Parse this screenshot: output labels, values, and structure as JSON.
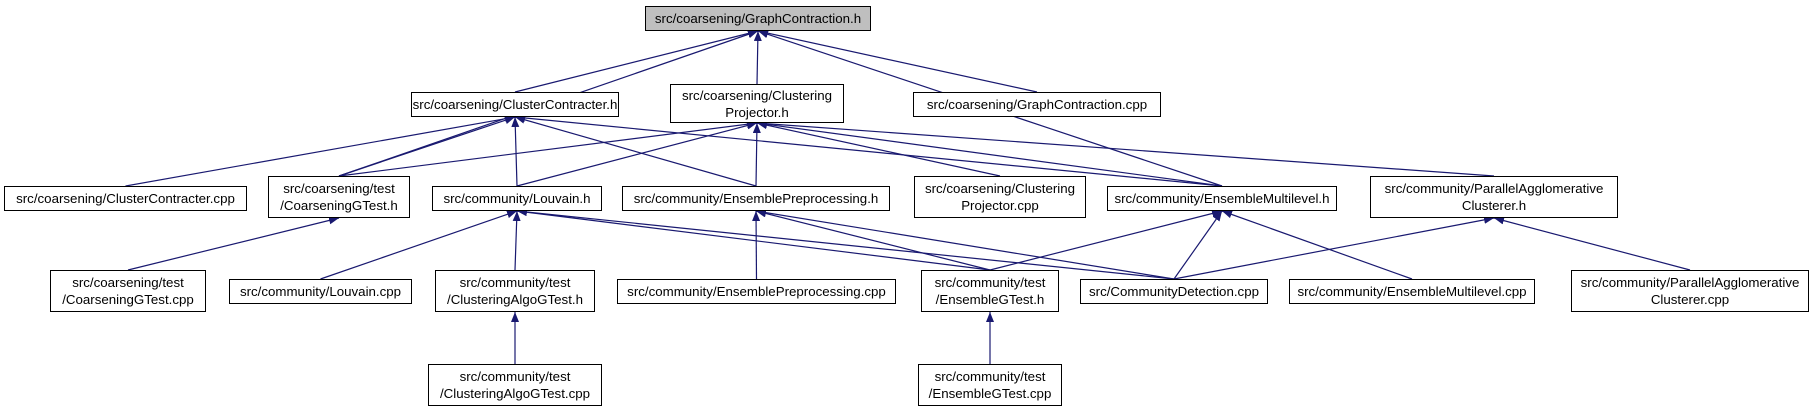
{
  "colors": {
    "edge": "#191970",
    "node_border": "#000000",
    "root_fill": "#bfbfbf",
    "node_fill": "#ffffff"
  },
  "nodes": {
    "graphcontraction_h": "src/coarsening/GraphContraction.h",
    "clustercontracter_h": "src/coarsening/ClusterContracter.h",
    "clusteringprojector_h": "src/coarsening/Clustering\nProjector.h",
    "graphcontraction_cpp": "src/coarsening/GraphContraction.cpp",
    "clustercontracter_cpp": "src/coarsening/ClusterContracter.cpp",
    "coarseninggtest_h": "src/coarsening/test\n/CoarseningGTest.h",
    "louvain_h": "src/community/Louvain.h",
    "ensemblepreprocessing_h": "src/community/EnsemblePreprocessing.h",
    "clusteringprojector_cpp": "src/coarsening/Clustering\nProjector.cpp",
    "ensemblemultilevel_h": "src/community/EnsembleMultilevel.h",
    "pac_h": "src/community/ParallelAgglomerative\nClusterer.h",
    "coarseninggtest_cpp": "src/coarsening/test\n/CoarseningGTest.cpp",
    "louvain_cpp": "src/community/Louvain.cpp",
    "clusteringalgogtest_h": "src/community/test\n/ClusteringAlgoGTest.h",
    "ensemblepreprocessing_cpp": "src/community/EnsemblePreprocessing.cpp",
    "ensemblegtest_h": "src/community/test\n/EnsembleGTest.h",
    "communitydetection_cpp": "src/CommunityDetection.cpp",
    "ensemblemultilevel_cpp": "src/community/EnsembleMultilevel.cpp",
    "pac_cpp": "src/community/ParallelAgglomerative\nClusterer.cpp",
    "clusteringalgogtest_cpp": "src/community/test\n/ClusteringAlgoGTest.cpp",
    "ensemblegtest_cpp": "src/community/test\n/EnsembleGTest.cpp"
  },
  "edges": [
    [
      "graphcontraction_h",
      "clustercontracter_h"
    ],
    [
      "graphcontraction_h",
      "clusteringprojector_h"
    ],
    [
      "graphcontraction_h",
      "graphcontraction_cpp"
    ],
    [
      "graphcontraction_h",
      "coarseninggtest_h"
    ],
    [
      "graphcontraction_h",
      "ensemblemultilevel_h"
    ],
    [
      "clustercontracter_h",
      "clustercontracter_cpp"
    ],
    [
      "clustercontracter_h",
      "coarseninggtest_h"
    ],
    [
      "clustercontracter_h",
      "louvain_h"
    ],
    [
      "clustercontracter_h",
      "ensemblepreprocessing_h"
    ],
    [
      "clustercontracter_h",
      "ensemblemultilevel_h"
    ],
    [
      "clusteringprojector_h",
      "coarseninggtest_h"
    ],
    [
      "clusteringprojector_h",
      "louvain_h"
    ],
    [
      "clusteringprojector_h",
      "ensemblepreprocessing_h"
    ],
    [
      "clusteringprojector_h",
      "clusteringprojector_cpp"
    ],
    [
      "clusteringprojector_h",
      "ensemblemultilevel_h"
    ],
    [
      "clusteringprojector_h",
      "pac_h"
    ],
    [
      "coarseninggtest_h",
      "coarseninggtest_cpp"
    ],
    [
      "louvain_h",
      "louvain_cpp"
    ],
    [
      "louvain_h",
      "clusteringalgogtest_h"
    ],
    [
      "louvain_h",
      "ensemblegtest_h"
    ],
    [
      "louvain_h",
      "communitydetection_cpp"
    ],
    [
      "ensemblepreprocessing_h",
      "ensemblepreprocessing_cpp"
    ],
    [
      "ensemblepreprocessing_h",
      "ensemblegtest_h"
    ],
    [
      "ensemblepreprocessing_h",
      "communitydetection_cpp"
    ],
    [
      "ensemblemultilevel_h",
      "ensemblegtest_h"
    ],
    [
      "ensemblemultilevel_h",
      "communitydetection_cpp"
    ],
    [
      "ensemblemultilevel_h",
      "ensemblemultilevel_cpp"
    ],
    [
      "pac_h",
      "communitydetection_cpp"
    ],
    [
      "pac_h",
      "pac_cpp"
    ],
    [
      "clusteringalgogtest_h",
      "clusteringalgogtest_cpp"
    ],
    [
      "ensemblegtest_h",
      "ensemblegtest_cpp"
    ]
  ]
}
